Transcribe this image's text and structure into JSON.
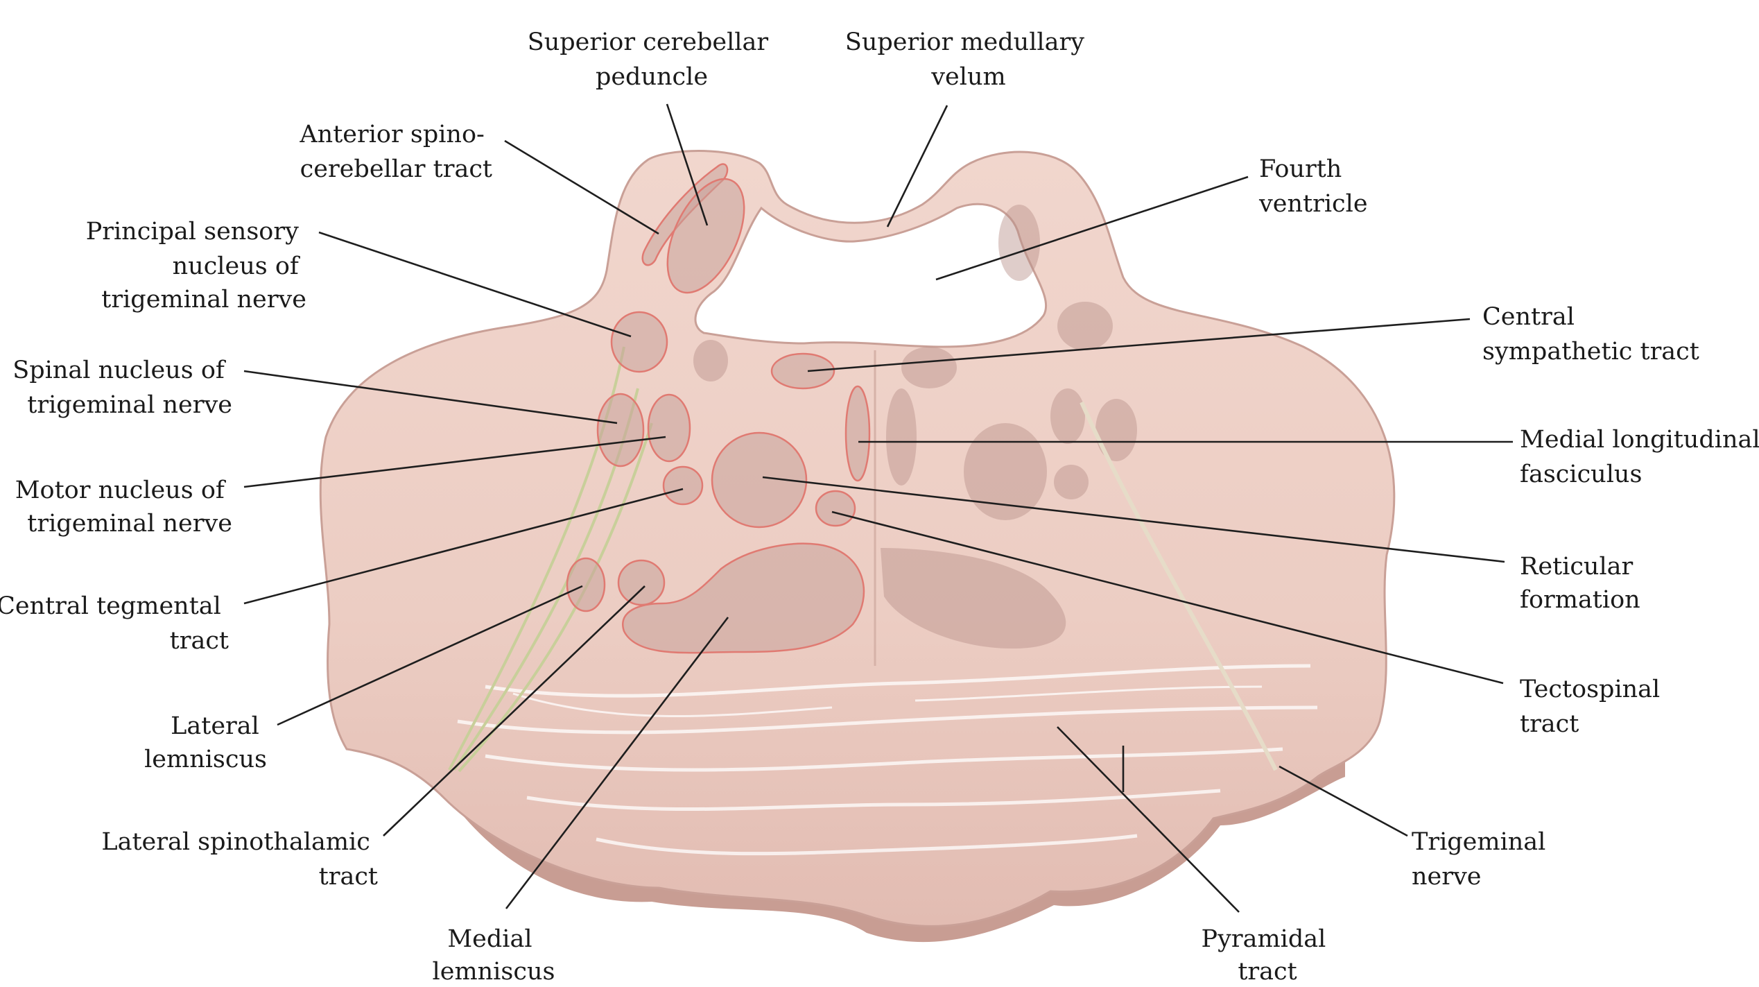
{
  "colors": {
    "tissue": "#f3d8cf",
    "tissue_edge": "#c9a097",
    "nucleus_outline": "#e07a72",
    "fibers": "#ffffff",
    "nerve": "#c8cf9a",
    "leader_line": "#1e1e1e"
  },
  "labels": {
    "superior_cerebellar_peduncle": [
      "Superior cerebellar",
      "peduncle"
    ],
    "superior_medullary_velum": [
      "Superior medullary",
      "velum"
    ],
    "anterior_spinocerebellar_tract": [
      "Anterior spino-",
      "cerebellar tract"
    ],
    "fourth_ventricle": [
      "Fourth",
      "ventricle"
    ],
    "principal_sensory_nucleus": [
      "Principal sensory",
      "nucleus of",
      "trigeminal nerve"
    ],
    "central_sympathetic_tract": [
      "Central",
      "sympathetic tract"
    ],
    "spinal_nucleus_trigeminal": [
      "Spinal nucleus of",
      "trigeminal nerve"
    ],
    "medial_longitudinal_fasciculus": [
      "Medial longitudinal",
      "fasciculus"
    ],
    "motor_nucleus_trigeminal": [
      "Motor nucleus of",
      "trigeminal nerve"
    ],
    "reticular_formation": [
      "Reticular",
      "formation"
    ],
    "central_tegmental_tract": [
      "Central tegmental",
      "tract"
    ],
    "tectospinal_tract": [
      "Tectospinal",
      "tract"
    ],
    "lateral_lemniscus": [
      "Lateral",
      "lemniscus"
    ],
    "lateral_spinothalamic_tract": [
      "Lateral spinothalamic",
      "tract"
    ],
    "trigeminal_nerve": [
      "Trigeminal",
      "nerve"
    ],
    "medial_lemniscus": [
      "Medial",
      "lemniscus"
    ],
    "pyramidal_tract": [
      "Pyramidal",
      "tract"
    ]
  }
}
